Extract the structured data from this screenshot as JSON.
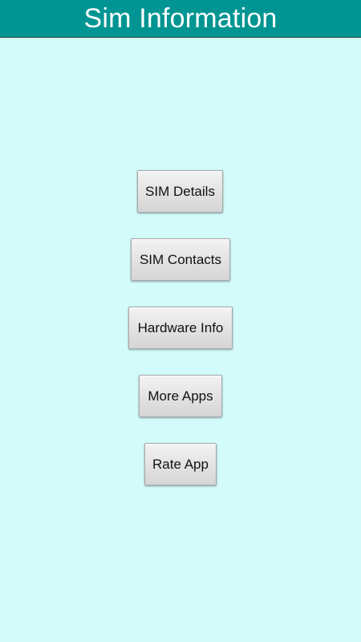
{
  "app": {
    "title": "Sim Information",
    "colors": {
      "title_bar": "#009592",
      "background": "#d2fbfa",
      "title_text": "#ffffff",
      "button_text": "#111111"
    }
  },
  "buttons": {
    "sim_details": "SIM Details",
    "sim_contacts": "SIM Contacts",
    "hardware_info": "Hardware Info",
    "more_apps": "More Apps",
    "rate_app": "Rate App"
  }
}
